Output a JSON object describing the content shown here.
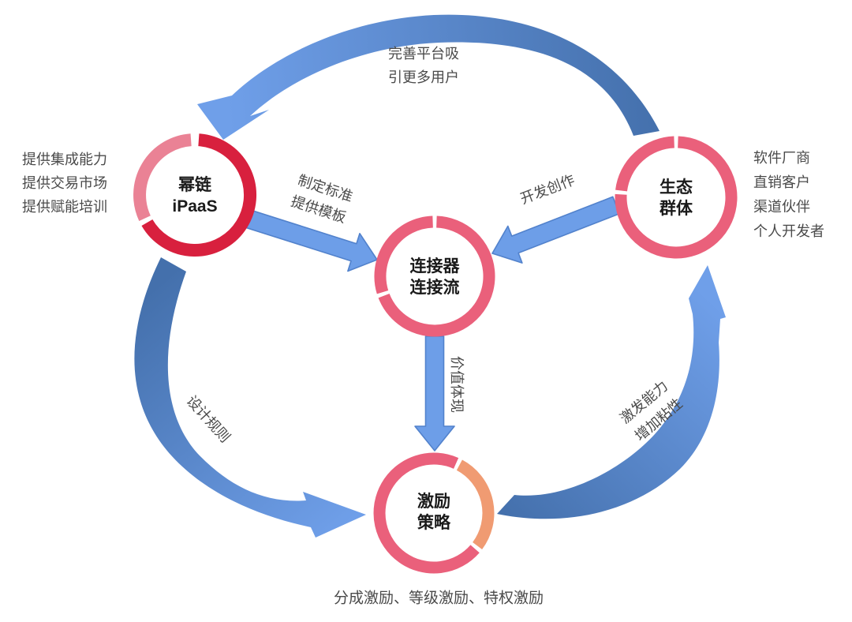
{
  "nodes": {
    "ipaas": {
      "line1": "幂链",
      "line2": "iPaaS"
    },
    "connector": {
      "line1": "连接器",
      "line2": "连接流"
    },
    "ecosystem": {
      "line1": "生态",
      "line2": "群体"
    },
    "incentive": {
      "line1": "激励",
      "line2": "策略"
    }
  },
  "side_notes": {
    "top": {
      "line1": "完善平台吸",
      "line2": "引更多用户"
    },
    "left": {
      "line1": "提供集成能力",
      "line2": "提供交易市场",
      "line3": "提供赋能培训"
    },
    "right": {
      "line1": "软件厂商",
      "line2": "直销客户",
      "line3": "渠道伙伴",
      "line4": "个人开发者"
    },
    "bottom_caption": "分成激励、等级激励、特权激励"
  },
  "arrow_labels": {
    "standards": {
      "line1": "制定标准",
      "line2": "提供模板"
    },
    "develop": "开发创作",
    "value": "价值体现",
    "rules": "设计规则",
    "stimulate": {
      "line1": "激发能力",
      "line2": "增加粘性"
    }
  },
  "colors": {
    "ring_red": "#D8203E",
    "ring_pink": "#EA8295",
    "ring_rose": "#EA607B",
    "ring_orange": "#F09B72",
    "arrow_fill": "#6D9EE8",
    "arrow_border": "#5282CC",
    "arc_dark": "#4470AC",
    "arc_light": "#6F9FE9",
    "label_text": "#4A4A4A",
    "node_text": "#1A1A1A"
  }
}
